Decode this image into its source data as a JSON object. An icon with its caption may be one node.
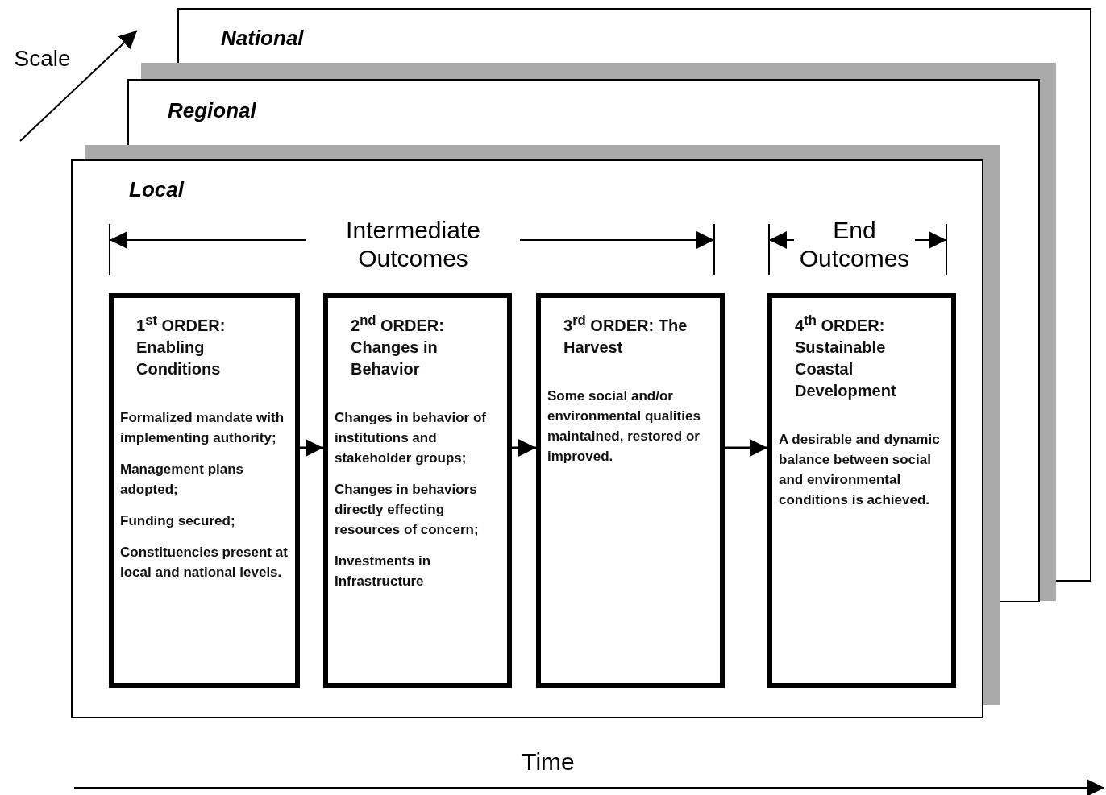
{
  "diagram": {
    "nodes": [
      {
        "text": [
          "National"
        ]
      },
      {
        "text": [
          "Regional"
        ]
      },
      {
        "text": [
          "Local"
        ]
      },
      {
        "text": [
          "1$^{st}$ ORDER: Enabling Conditions",
          "Formalized mandate with implementing authority;",
          "Management plans adopted;",
          "Funding secured;",
          "Constituencies present at local and national levels."
        ],
        "in": 2
      },
      {
        "text": [
          "2$^{nd}$ ORDER: Changes in Behavior",
          "Changes in behavior of institutions and stakeholder groups;",
          "Changes in behaviors directly effecting resources of concern;",
          "Investments in Infrastructure"
        ],
        "in": 2
      },
      {
        "text": [
          "3$^{rd}$ ORDER: The Harvest",
          "Some social and/or environmental qualities maintained, restored or improved."
        ],
        "in": 2
      },
      {
        "text": [
          "4$^{th}$ ORDER: Sustainable Coastal Development",
          "A desirable and dynamic balance between social and environmental conditions is achieved."
        ],
        "in": 2
      }
    ],
    "edges": [
      {
        "from": 3,
        "to": 4,
        "arrow": "to"
      },
      {
        "from": 4,
        "to": 5,
        "arrow": "to"
      },
      {
        "from": 5,
        "to": 6,
        "arrow": "to"
      }
    ],
    "labels": [
      "Scale",
      "Intermediate Outcomes",
      "End Outcomes",
      "Time"
    ]
  }
}
